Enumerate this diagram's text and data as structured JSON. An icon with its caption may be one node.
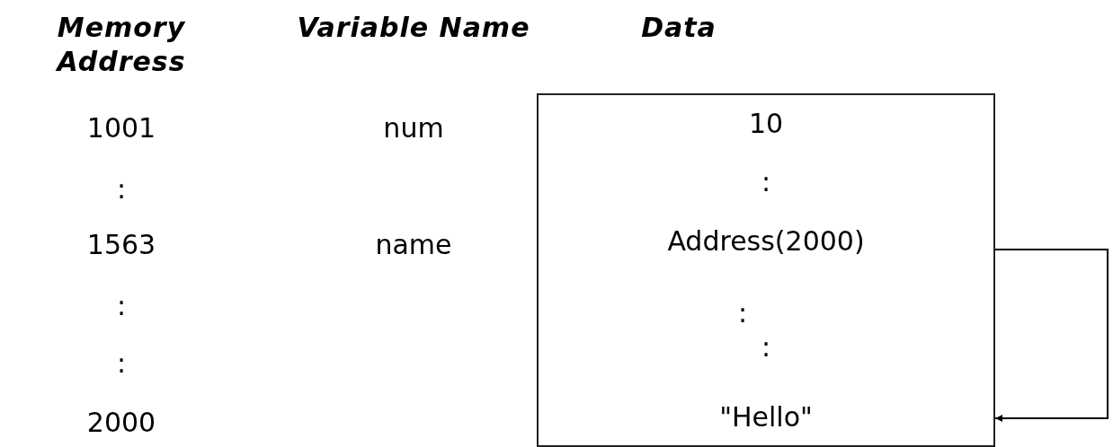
{
  "diagram": {
    "nodes": [
      {
        "text": [
          "10"
        ]
      },
      {
        "text": [
          ":"
        ]
      },
      {
        "text": [
          "Address(2000)"
        ]
      },
      {
        "text": [
          ":",
          ":"
        ]
      },
      {
        "text": [
          "\"Hello\""
        ]
      }
    ],
    "edges": [
      {
        "from": 2,
        "to": 4,
        "arrow": "to"
      }
    ],
    "labels": [
      "Memory Address",
      "Variable Name",
      "Data",
      "1001",
      "num",
      ":",
      "1563",
      "name",
      ":",
      ":",
      "2000"
    ]
  }
}
